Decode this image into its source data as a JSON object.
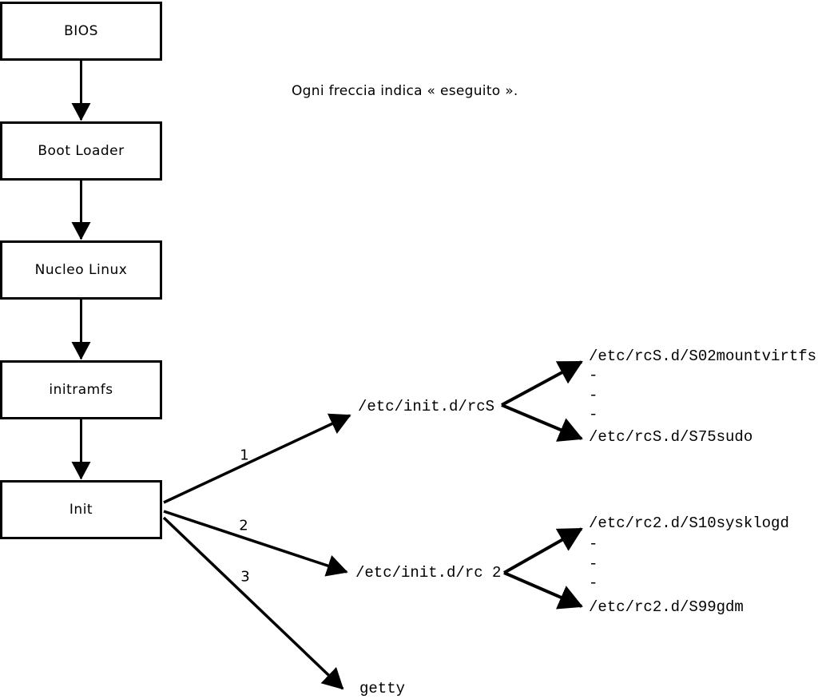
{
  "title": "Ogni freccia indica « eseguito ».",
  "boxes": [
    {
      "label": "BIOS"
    },
    {
      "label": "Boot Loader"
    },
    {
      "label": "Nucleo Linux"
    },
    {
      "label": "initramfs"
    },
    {
      "label": "Init"
    }
  ],
  "fan": {
    "labels": [
      "1",
      "2",
      "3"
    ],
    "targets": [
      "/etc/init.d/rcS",
      "/etc/init.d/rc 2",
      "getty"
    ]
  },
  "branches": [
    {
      "top": "/etc/rcS.d/S02mountvirtfs",
      "dashes": [
        "-",
        "-",
        "-"
      ],
      "bottom": "/etc/rcS.d/S75sudo"
    },
    {
      "top": "/etc/rc2.d/S10sysklogd",
      "dashes": [
        "-",
        "-",
        "-"
      ],
      "bottom": "/etc/rc2.d/S99gdm"
    }
  ],
  "colors": {
    "line": "#000000",
    "background": "#ffffff"
  }
}
